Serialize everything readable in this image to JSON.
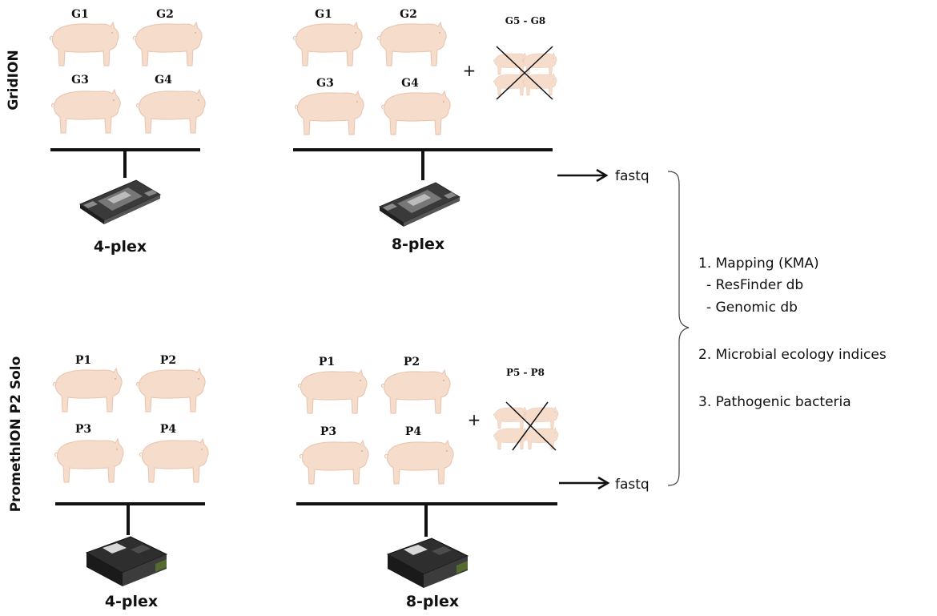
{
  "rows": [
    {
      "platform": "GridION",
      "device": "flowcell",
      "left_panel": {
        "samples": [
          "G1",
          "G2",
          "G3",
          "G4"
        ],
        "multiplex": "4-plex"
      },
      "right_panel": {
        "samples": [
          "G1",
          "G2",
          "G3",
          "G4"
        ],
        "excluded_label": "G5 - G8",
        "multiplex": "8-plex"
      },
      "output": "fastq"
    },
    {
      "platform": "PromethION P2 Solo",
      "device": "p2solo",
      "left_panel": {
        "samples": [
          "P1",
          "P2",
          "P3",
          "P4"
        ],
        "multiplex": "4-plex"
      },
      "right_panel": {
        "samples": [
          "P1",
          "P2",
          "P3",
          "P4"
        ],
        "excluded_label": "P5 - P8",
        "multiplex": "8-plex"
      },
      "output": "fastq"
    }
  ],
  "plus_sign": "+",
  "analysis": [
    {
      "text": "1. Mapping (KMA)"
    },
    {
      "text": "- ResFinder db"
    },
    {
      "text": "- Genomic db"
    },
    {
      "text": "2. Microbial ecology indices"
    },
    {
      "text": "3. Pathogenic bacteria"
    }
  ],
  "colors": {
    "pig_fill": "#f6dccb",
    "pig_stroke": "#e8c3ad",
    "line": "#111111",
    "device_dark": "#2a2a2a",
    "device_mid": "#5a5a5a",
    "device_light": "#9a9a9a",
    "p2_board": "#556b2f"
  }
}
